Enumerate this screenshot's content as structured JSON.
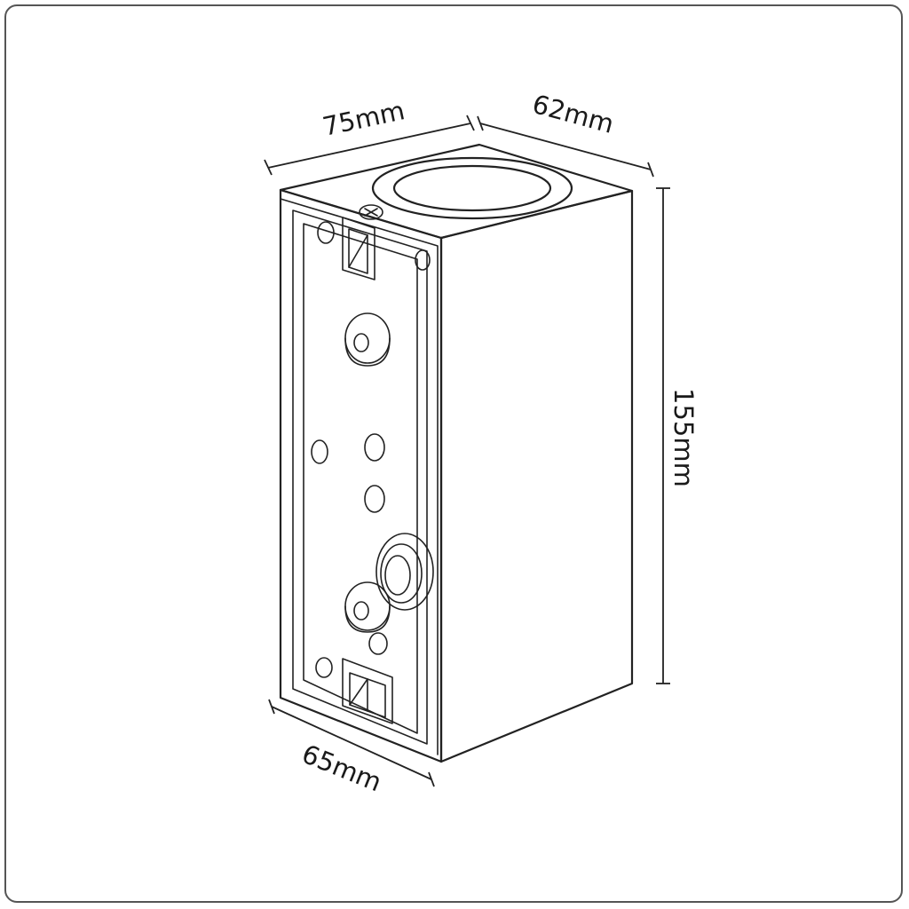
{
  "dimensions": {
    "width_front": "75mm",
    "depth_side": "62mm",
    "height": "155mm",
    "width_bottom": "65mm"
  },
  "colors": {
    "line": "#222222",
    "background": "#ffffff",
    "frame": "#555555"
  }
}
